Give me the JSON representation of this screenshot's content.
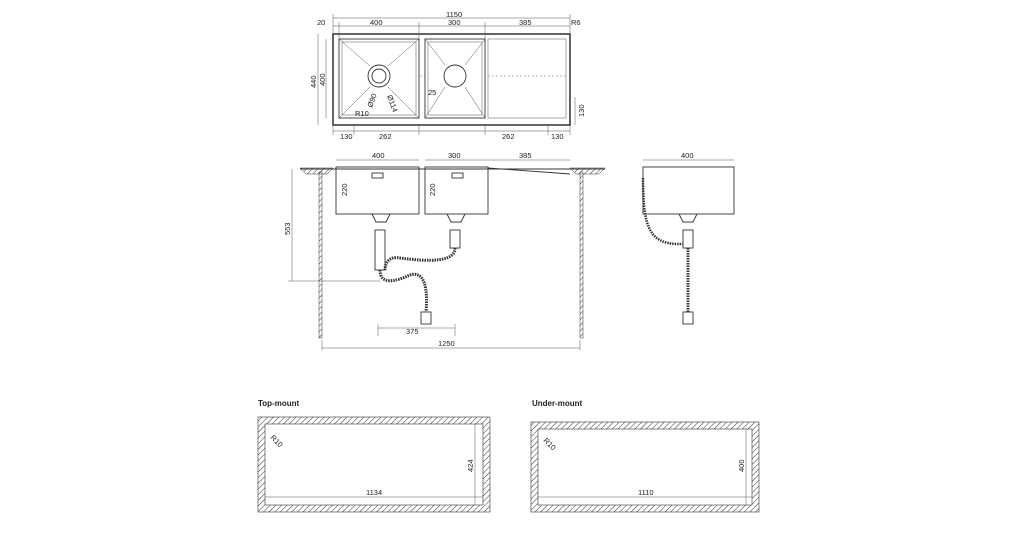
{
  "top_view": {
    "dims": {
      "d20": "20",
      "d400": "400",
      "d1150": "1150",
      "d300": "300",
      "d385": "385",
      "r6": "R6",
      "d440": "440",
      "d400v": "400",
      "d130v": "130",
      "d130a": "130",
      "d262a": "262",
      "d262b": "262",
      "d130b": "130",
      "phi90": "Ø90",
      "phi114": "Ø114",
      "d25": "25",
      "r10": "R10"
    }
  },
  "front_view": {
    "dims": {
      "d400": "400",
      "d300": "300",
      "d385": "385",
      "d220a": "220",
      "d220b": "220",
      "d553": "553",
      "d375": "375",
      "d1250": "1250"
    }
  },
  "side_view": {
    "dims": {
      "d400": "400"
    }
  },
  "cutouts": {
    "top_mount": {
      "label": "Top-mount",
      "radius": "R10",
      "width": "1134",
      "height": "424"
    },
    "under_mount": {
      "label": "Under-mount",
      "radius": "R10",
      "width": "1110",
      "height": "400"
    }
  }
}
